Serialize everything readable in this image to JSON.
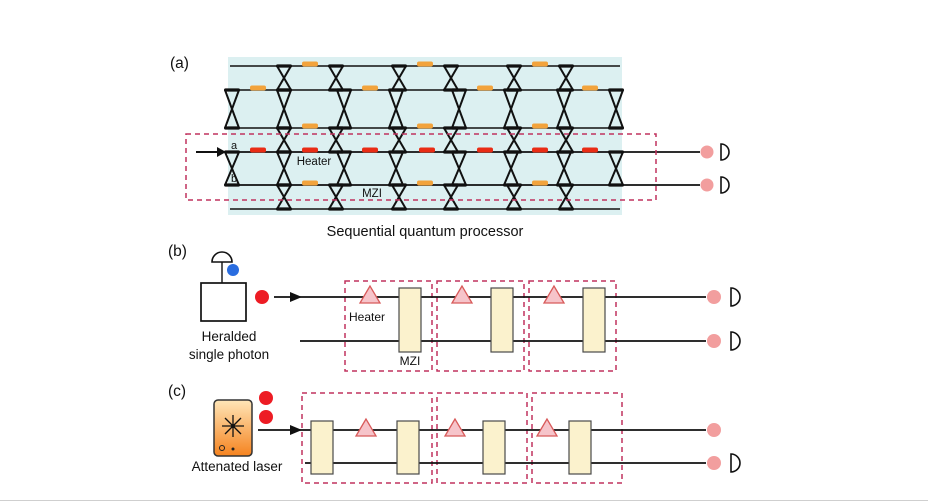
{
  "figure": {
    "panel_a": {
      "label": "(a)",
      "input_a": "a",
      "input_b": "b",
      "heater_label": "Heater",
      "mzi_label": "MZI",
      "caption": "Sequential quantum processor"
    },
    "panel_b": {
      "label": "(b)",
      "heater_label": "Heater",
      "mzi_label": "MZI",
      "caption_line1": "Heralded",
      "caption_line2": "single photon"
    },
    "panel_c": {
      "label": "(c)",
      "caption": "Attenated laser"
    }
  },
  "colors": {
    "chip_bg": "#dcf0f1",
    "dashed_box": "#c0325f",
    "heater_orange": "#f2a33c",
    "heater_red": "#e92c15",
    "heater_label_green": "#0b6e58",
    "mzi_fill": "#fbf2cd",
    "mzi_stroke": "#4a4a4a",
    "triangle_fill": "#f6c4ca",
    "triangle_stroke": "#d85a5a",
    "photon_red": "#ed1c24",
    "output_pink": "#f29e9e",
    "herald_blue": "#2a6de0",
    "line": "#111111"
  },
  "icons": {
    "photodetector-icon": "half-circle-d",
    "herald-detector-icon": "dome",
    "heater-triangle-icon": "triangle",
    "coupler-icon": "x-crossing",
    "starburst-icon": "asterisk-burst",
    "input-arrow-icon": "right-arrow"
  }
}
